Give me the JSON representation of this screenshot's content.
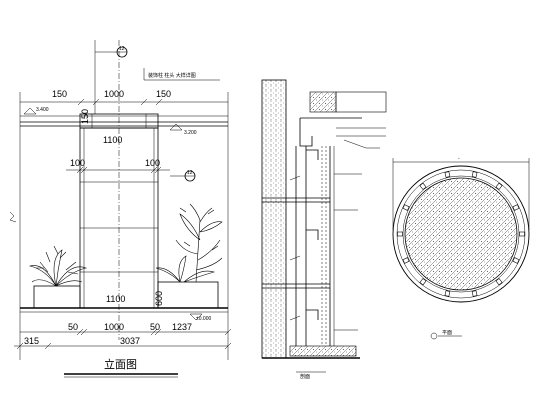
{
  "elevation": {
    "title": "立面图",
    "top_dims": [
      "150",
      "1000",
      "150"
    ],
    "side_dim": "150",
    "mid_dims": [
      "100",
      "100"
    ],
    "height_dim": "1100",
    "inner_width": "1100",
    "bottom_height": "600",
    "bottom_dims": [
      "50",
      "1000",
      "50",
      "1237"
    ],
    "left_dim": "315",
    "total_dim": "3037",
    "level_labels": [
      "3.400",
      "3.200",
      "±0.000"
    ],
    "detail_markers": [
      "12",
      "12"
    ],
    "note": "装饰柱 柱头 大样详图"
  },
  "section": {
    "label": "剖面"
  },
  "plan": {
    "label": "平面",
    "top_label": "-"
  }
}
